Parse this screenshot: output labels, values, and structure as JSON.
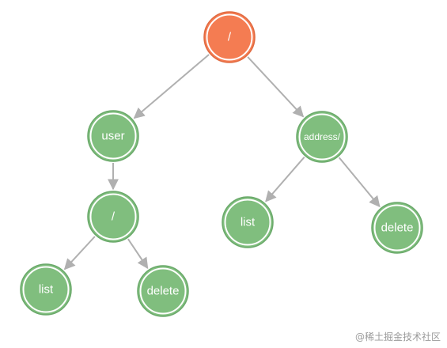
{
  "diagram": {
    "nodes": [
      {
        "id": "root",
        "label": "/",
        "role": "root"
      },
      {
        "id": "user",
        "label": "user",
        "role": "child"
      },
      {
        "id": "address",
        "label": "address/",
        "role": "child"
      },
      {
        "id": "user-slash",
        "label": "/",
        "role": "child"
      },
      {
        "id": "address-list",
        "label": "list",
        "role": "child"
      },
      {
        "id": "address-delete",
        "label": "delete",
        "role": "child"
      },
      {
        "id": "user-list",
        "label": "list",
        "role": "child"
      },
      {
        "id": "user-delete",
        "label": "delete",
        "role": "child"
      }
    ],
    "edges": [
      {
        "from": "root",
        "to": "user"
      },
      {
        "from": "root",
        "to": "address"
      },
      {
        "from": "user",
        "to": "user-slash"
      },
      {
        "from": "user-slash",
        "to": "user-list"
      },
      {
        "from": "user-slash",
        "to": "user-delete"
      },
      {
        "from": "address",
        "to": "address-list"
      },
      {
        "from": "address",
        "to": "address-delete"
      }
    ],
    "colors": {
      "root_fill": "#f47c52",
      "node_fill": "#80be7e",
      "node_ring": "#ffffff",
      "node_outline": "#6aa96a",
      "root_outline": "#e06a40",
      "edge": "#b0b0b0"
    }
  },
  "watermark": {
    "text": "@稀土掘金技术社区"
  }
}
